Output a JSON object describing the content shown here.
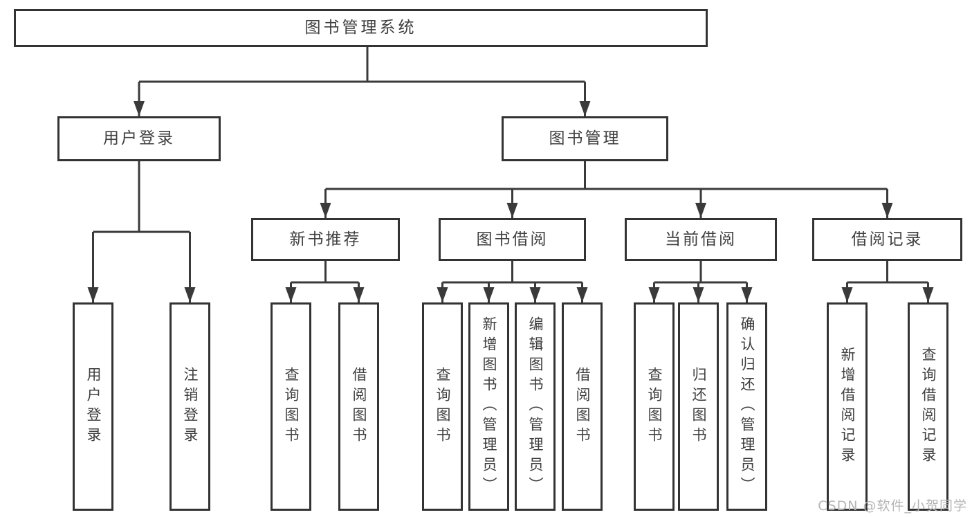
{
  "colors": {
    "line": "#3a3a3a",
    "box_border": "#333333",
    "text": "#3f3f3f",
    "watermark": "#b5b5b5",
    "background": "#ffffff"
  },
  "watermark": {
    "text": "CSDN @软件_小贺同学"
  },
  "nodes": {
    "root": {
      "label": "图书管理系统"
    },
    "user_login": {
      "label": "用户登录"
    },
    "book_mgmt": {
      "label": "图书管理"
    },
    "new_book": {
      "label": "新书推荐"
    },
    "book_borrow": {
      "label": "图书借阅"
    },
    "cur_borrow": {
      "label": "当前借阅"
    },
    "borrow_rec": {
      "label": "借阅记录"
    },
    "ul_login": {
      "label": "用户登录"
    },
    "ul_logout": {
      "label": "注销登录"
    },
    "nb_query": {
      "label": "查询图书"
    },
    "nb_borrow": {
      "label": "借阅图书"
    },
    "bb_query": {
      "label": "查询图书"
    },
    "bb_add": {
      "label": "新增图书（管理员）"
    },
    "bb_edit": {
      "label": "编辑图书（管理员）"
    },
    "bb_borrow": {
      "label": "借阅图书"
    },
    "cb_query": {
      "label": "查询图书"
    },
    "cb_return": {
      "label": "归还图书"
    },
    "cb_confirm": {
      "label": "确认归还（管理员）"
    },
    "br_add": {
      "label": "新增借阅记录"
    },
    "br_query": {
      "label": "查询借阅记录"
    }
  }
}
